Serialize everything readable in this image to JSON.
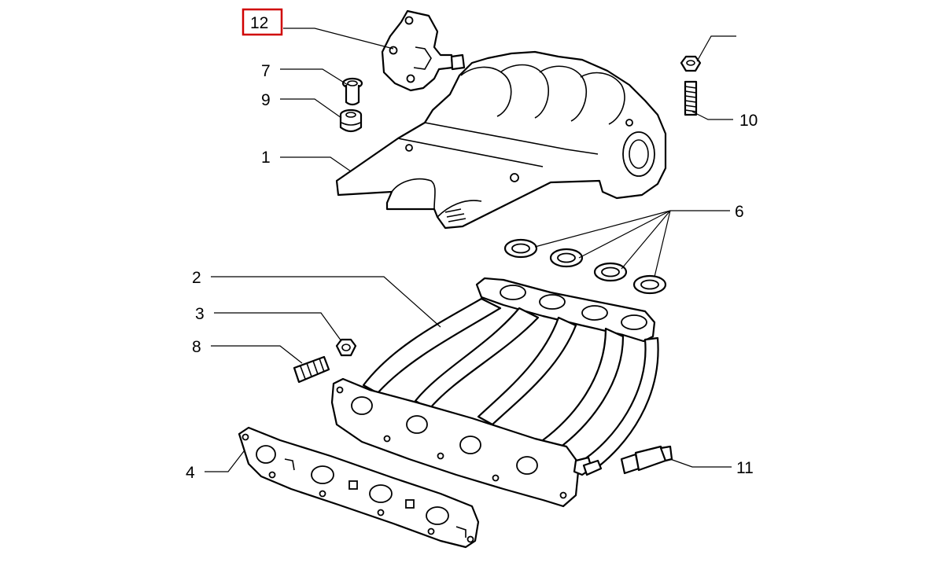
{
  "colors": {
    "line": "#000000",
    "background": "#ffffff",
    "highlight": "#d00000"
  },
  "highlighted_callout": "12",
  "callouts": {
    "c12": "12",
    "c7": "7",
    "c9": "9",
    "c1": "1",
    "c10": "10",
    "c6": "6",
    "c2": "2",
    "c3": "3",
    "c8": "8",
    "c4": "4",
    "c11": "11"
  }
}
